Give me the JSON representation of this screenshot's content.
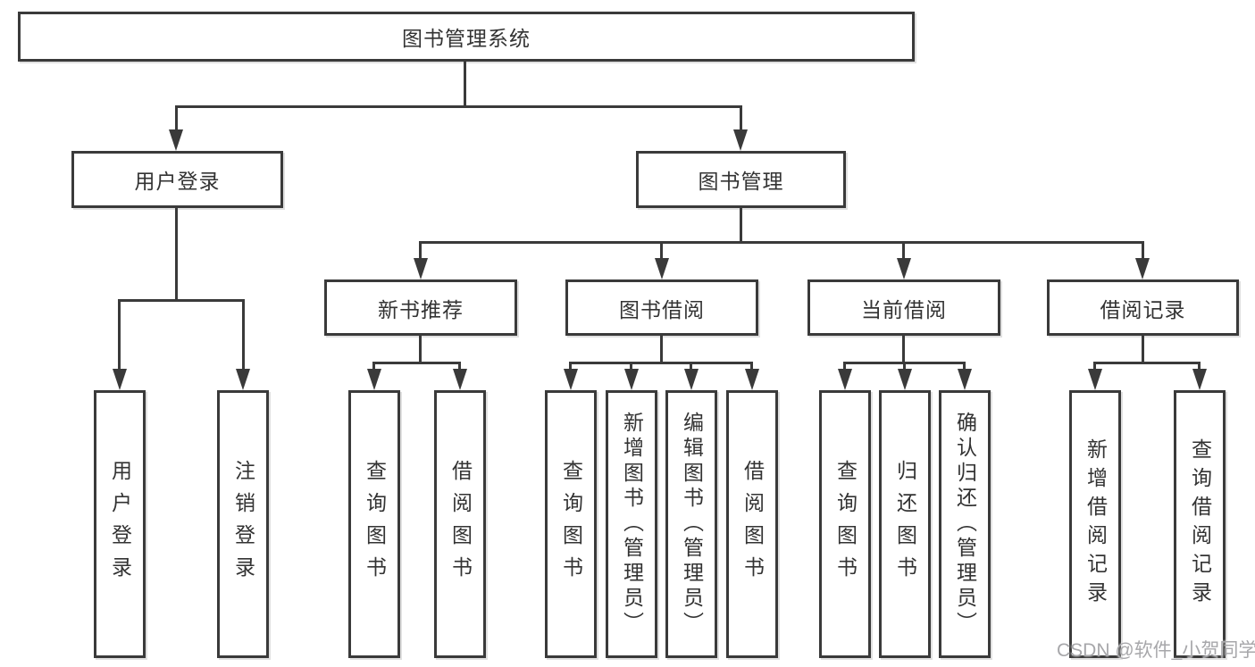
{
  "tree": {
    "root": "图书管理系统",
    "login": {
      "label": "用户登录",
      "children": [
        "用户登录",
        "注销登录"
      ]
    },
    "management": {
      "label": "图书管理",
      "groups": [
        {
          "label": "新书推荐",
          "children": [
            "查询图书",
            "借阅图书"
          ]
        },
        {
          "label": "图书借阅",
          "children": [
            "查询图书",
            "新增图书（管理员）",
            "编辑图书（管理员）",
            "借阅图书"
          ]
        },
        {
          "label": "当前借阅",
          "children": [
            "查询图书",
            "归还图书",
            "确认归还（管理员）"
          ]
        },
        {
          "label": "借阅记录",
          "children": [
            "新增借阅记录",
            "查询借阅记录"
          ]
        }
      ]
    }
  },
  "watermark": "CSDN @软件_小贺同学",
  "colors": {
    "line": "#3a3a3a",
    "box_border": "#3a3a3a",
    "text": "#333333",
    "watermark": "#a7a7aa",
    "background": "#ffffff"
  }
}
